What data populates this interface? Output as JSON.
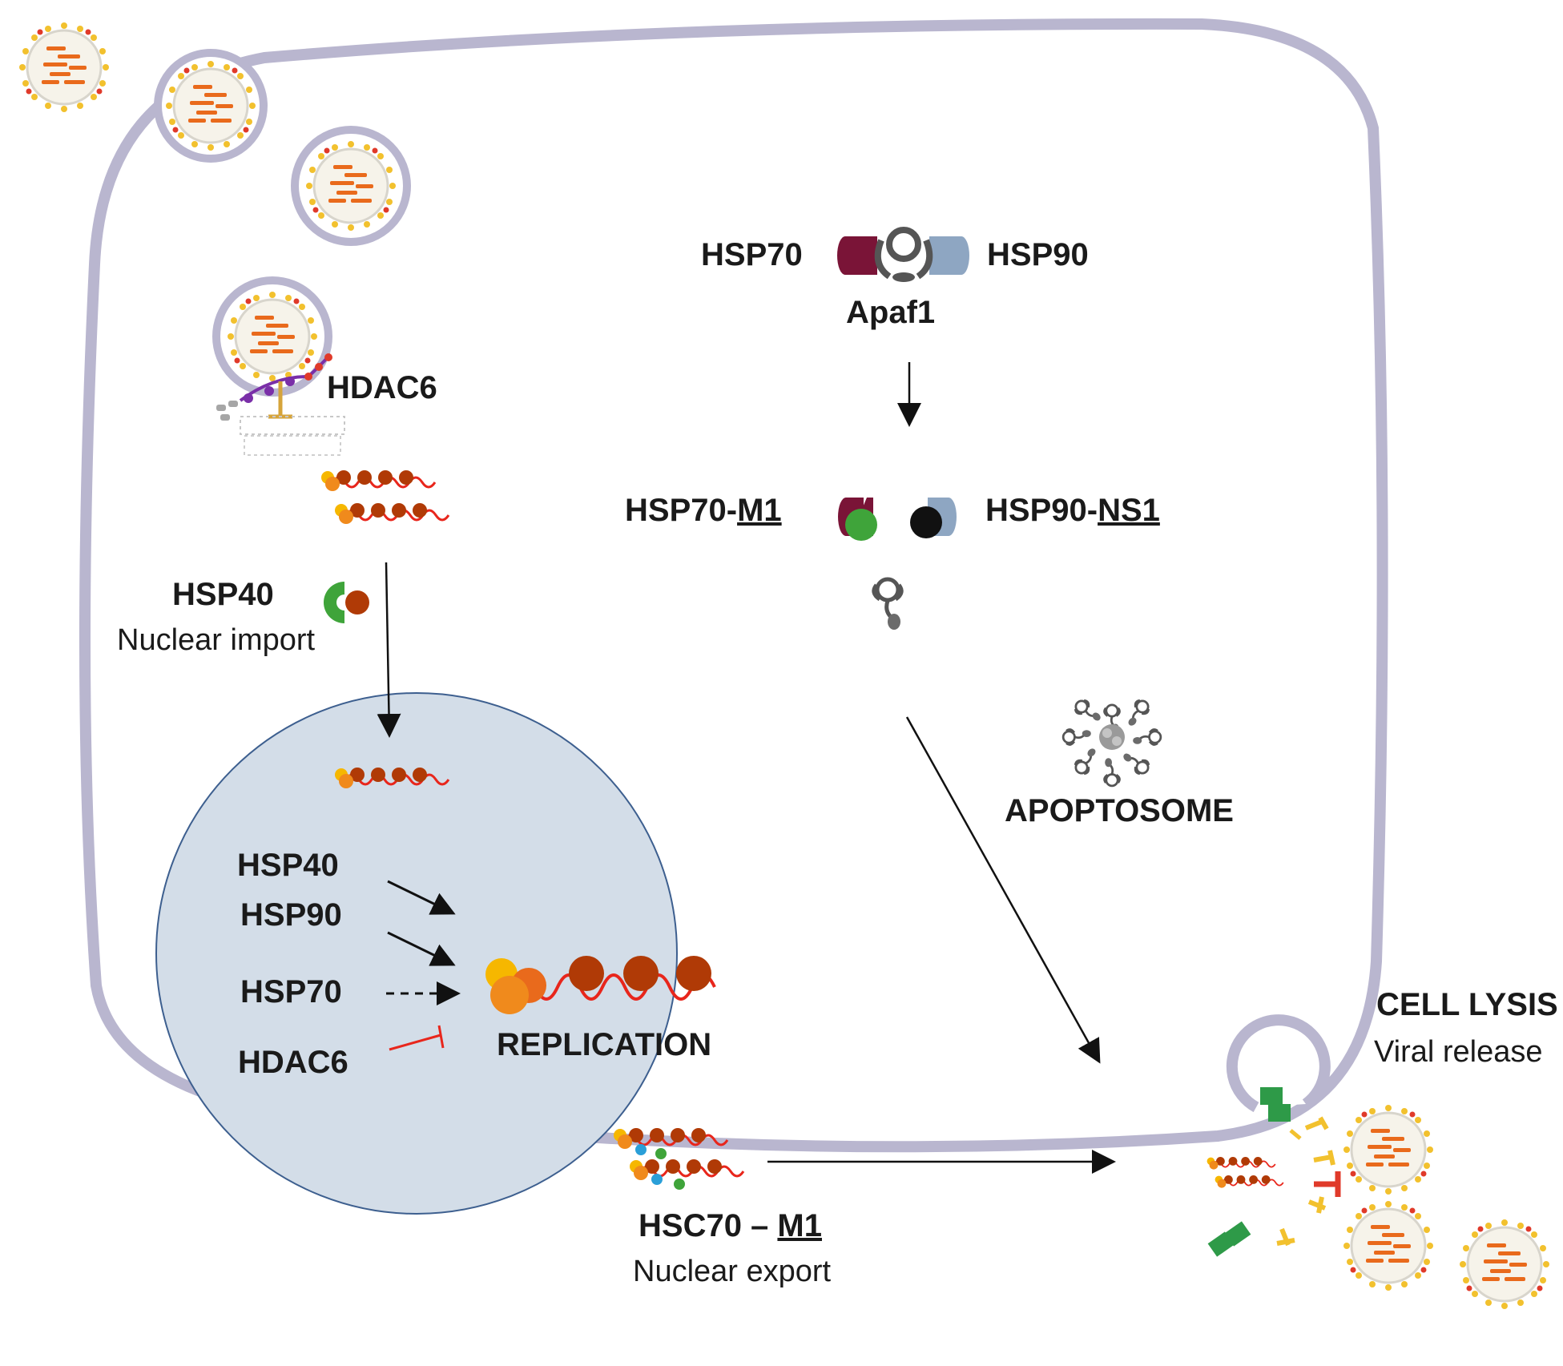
{
  "colors": {
    "membrane": "#b9b6cf",
    "nucleus_fill": "#d3dde8",
    "nucleus_stroke": "#3d5f8f",
    "hsp70": "#7a1437",
    "hsp90": "#8ea6c2",
    "hsp40": "#3fa43a",
    "rna": "#e8261c",
    "np": "#b03a06",
    "inhibit": "#e8261c",
    "virion_spike": "#f2c12e",
    "virion_na": "#e03a2a"
  },
  "icons": [
    "virion-icon",
    "hdac6-complex-icon",
    "rnp-icon",
    "chaperone-icon",
    "apaf1-icon",
    "apoptosome-icon",
    "budding-site-icon"
  ],
  "labels": {
    "hsp70_top": "HSP70",
    "hsp90_top": "HSP90",
    "apaf1": "Apaf1",
    "hdac6_top": "HDAC6",
    "hsp70_m1_prefix": "HSP70-",
    "hsp70_m1_target": "M1",
    "hsp90_ns1_prefix": "HSP90-",
    "hsp90_ns1_target": "NS1",
    "hsp40_top": "HSP40",
    "nuclear_import": "Nuclear import",
    "apoptosome": "APOPTOSOME",
    "hsp40_nuc": "HSP40",
    "hsp90_nuc": "HSP90",
    "hsp70_nuc": "HSP70",
    "hdac6_nuc": "HDAC6",
    "replication": "REPLICATION",
    "cell_lysis": "CELL LYSIS",
    "viral_release": "Viral release",
    "hsc70_prefix": "HSC70 – ",
    "hsc70_target": "M1",
    "nuclear_export": "Nuclear export"
  }
}
